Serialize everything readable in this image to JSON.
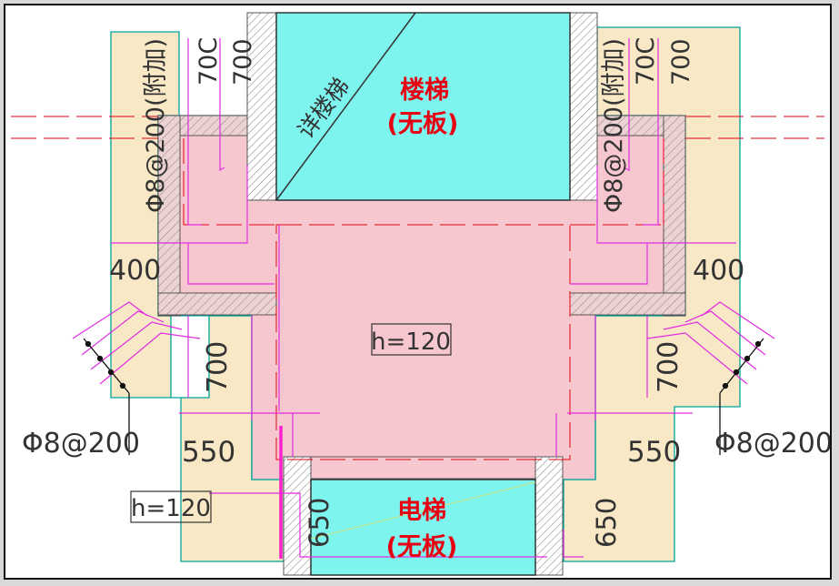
{
  "colors": {
    "slab": "#f7c7cf",
    "yellow": "#f9e8c6",
    "cyan": "#7ef4ef",
    "teal": "#00a39b",
    "magenta": "#e02ce0",
    "red": "#e60012",
    "hatch": "#d9b0b0"
  },
  "stair": {
    "title": "楼梯",
    "note": "(无板)",
    "detail": "详楼梯"
  },
  "elevator": {
    "title": "电梯",
    "note": "(无板)"
  },
  "slab_thickness": "h=120",
  "left_slab_thickness": "h=120",
  "dims": {
    "d700": "700",
    "d70c": "70C",
    "d400": "400",
    "d550": "550",
    "d650": "650"
  },
  "rebar": {
    "left_vertical": "Φ8@200(附加)",
    "right_vertical": "Φ8@200(附加)",
    "left_bottom": "Φ8@200",
    "right_bottom": "Φ8@200"
  }
}
